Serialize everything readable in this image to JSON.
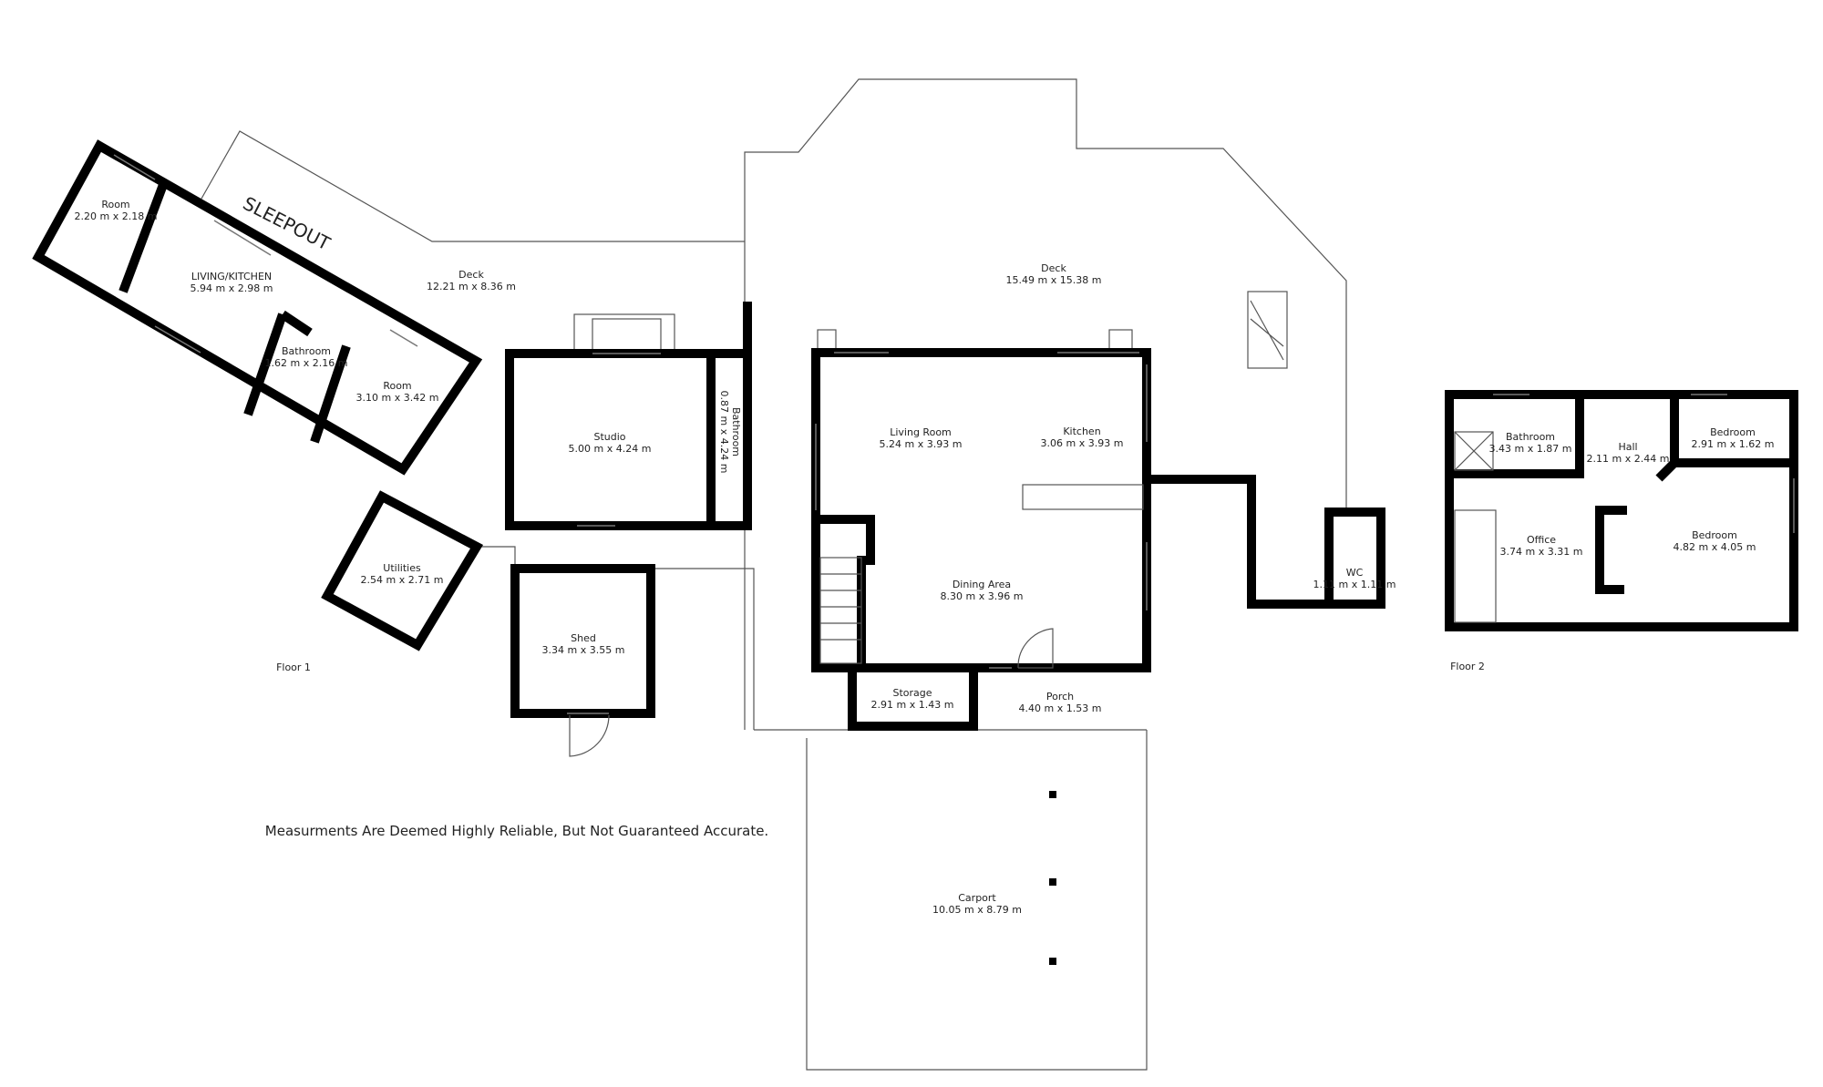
{
  "floor1": {
    "label": "Floor 1",
    "rooms": [
      {
        "name": "Room",
        "size": "2.20 m x 2.18 m"
      },
      {
        "name": "SLEEPOUT"
      },
      {
        "name": "LIVING/KITCHEN",
        "size": "5.94 m x 2.98 m"
      },
      {
        "name": "Deck",
        "size": "12.21 m x 8.36 m"
      },
      {
        "name": "Bathroom",
        "size": "1.62 m x 2.16 m"
      },
      {
        "name": "Room",
        "size": "3.10 m x 3.42 m"
      },
      {
        "name": "Studio",
        "size": "5.00 m x 4.24 m"
      },
      {
        "name": "Bathroom",
        "size": "0.87 m x 4.24 m"
      },
      {
        "name": "Deck",
        "size": "15.49 m x 15.38 m"
      },
      {
        "name": "Living Room",
        "size": "5.24 m x 3.93 m"
      },
      {
        "name": "Kitchen",
        "size": "3.06 m x 3.93 m"
      },
      {
        "name": "Dining Area",
        "size": "8.30 m x 3.96 m"
      },
      {
        "name": "WC",
        "size": "1.11 m x 1.11 m"
      },
      {
        "name": "Utilities",
        "size": "2.54 m x 2.71 m"
      },
      {
        "name": "Shed",
        "size": "3.34 m x 3.55 m"
      },
      {
        "name": "Storage",
        "size": "2.91 m x 1.43 m"
      },
      {
        "name": "Porch",
        "size": "4.40 m x 1.53 m"
      },
      {
        "name": "Carport",
        "size": "10.05 m x 8.79 m"
      }
    ]
  },
  "floor2": {
    "label": "Floor 2",
    "rooms": [
      {
        "name": "Bathroom",
        "size": "3.43 m x 1.87 m"
      },
      {
        "name": "Hall",
        "size": "2.11 m x 2.44 m"
      },
      {
        "name": "Bedroom",
        "size": "2.91 m x 1.62 m"
      },
      {
        "name": "Office",
        "size": "3.74 m x 3.31 m"
      },
      {
        "name": "Bedroom",
        "size": "4.82 m x 4.05 m"
      }
    ]
  },
  "disclaimer": "Measurments Are Deemed Highly Reliable, But Not Guaranteed Accurate."
}
